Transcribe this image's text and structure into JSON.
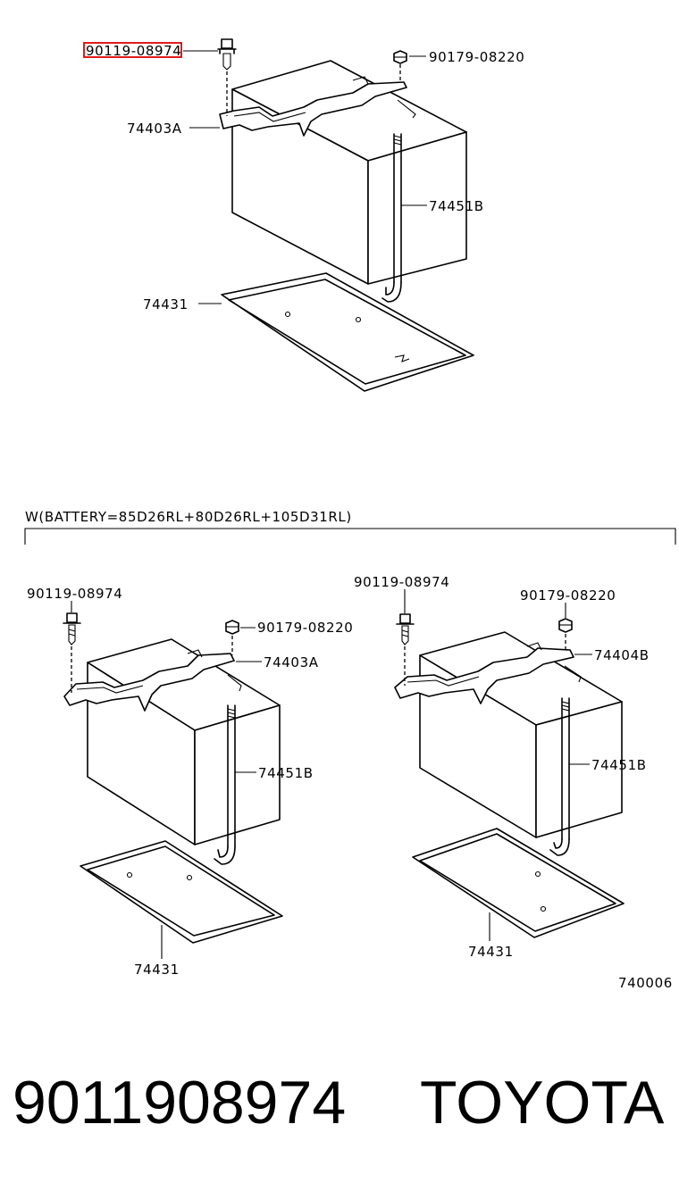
{
  "top": {
    "highlighted_part": "90119-08974",
    "nut_part": "90179-08220",
    "clamp_part": "74403A",
    "rod_part": "74451B",
    "tray_part": "74431"
  },
  "variant": {
    "heading": "W(BATTERY=85D26RL+80D26RL+105D31RL)",
    "left": {
      "bolt_part": "90119-08974",
      "nut_part": "90179-08220",
      "clamp_part": "74403A",
      "rod_part": "74451B",
      "tray_part": "74431"
    },
    "right": {
      "bolt_part": "90119-08974",
      "nut_part": "90179-08220",
      "clamp_part": "74404B",
      "rod_part": "74451B",
      "tray_part": "74431"
    }
  },
  "figure_code": "740006",
  "caption": {
    "part_number": "9011908974",
    "brand": "TOYOTA"
  },
  "colors": {
    "highlight_box": "#e00000",
    "line": "#000000"
  }
}
